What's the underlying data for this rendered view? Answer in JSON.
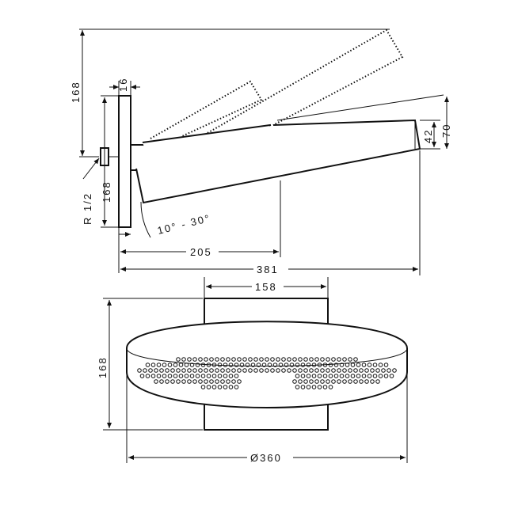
{
  "diagram": {
    "side_view": {
      "dim_top_height": "168",
      "dim_wall_plate_thickness": "16",
      "dim_plate_height": "168",
      "dim_thread": "R 1/2",
      "dim_angle": "10° - 30°",
      "dim_head_thickness": "42",
      "dim_head_thickness_tilted": "70",
      "dim_arm_to_pivot": "205",
      "dim_total_projection": "381"
    },
    "front_view": {
      "dim_plate_width": "158",
      "dim_height": "168",
      "dim_diameter": "Ø360"
    }
  }
}
